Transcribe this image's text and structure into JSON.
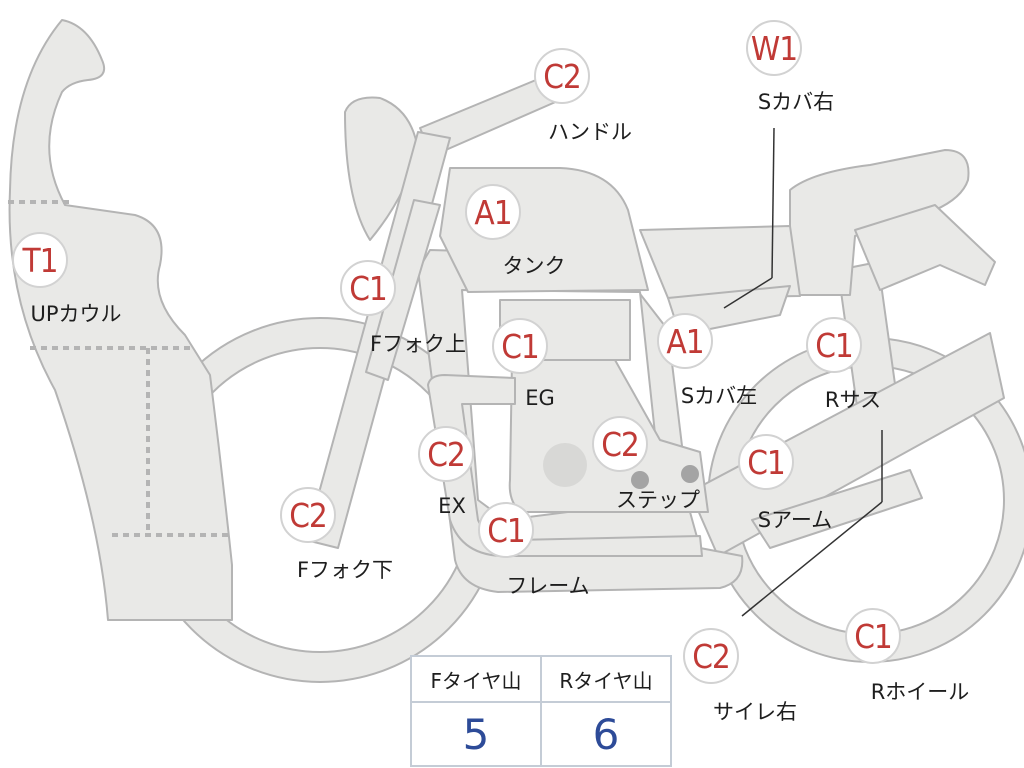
{
  "parts": [
    {
      "id": "t1",
      "grade": "T1",
      "label": "UPカウル"
    },
    {
      "id": "c2-handle",
      "grade": "C2",
      "label": "ハンドル"
    },
    {
      "id": "a1-tank",
      "grade": "A1",
      "label": "タンク"
    },
    {
      "id": "w1",
      "grade": "W1",
      "label": "Sカバ右"
    },
    {
      "id": "c1-ffork-upper",
      "grade": "C1",
      "label": "Fフォク上"
    },
    {
      "id": "c1-eg",
      "grade": "C1",
      "label": "EG"
    },
    {
      "id": "a1-scover-left",
      "grade": "A1",
      "label": "Sカバ左"
    },
    {
      "id": "c1-rsus",
      "grade": "C1",
      "label": "Rサス"
    },
    {
      "id": "c2-ex",
      "grade": "C2",
      "label": "EX"
    },
    {
      "id": "c2-step",
      "grade": "C2",
      "label": "ステップ"
    },
    {
      "id": "c1-sarm",
      "grade": "C1",
      "label": "Sアーム"
    },
    {
      "id": "c2-ffork-lower",
      "grade": "C2",
      "label": "Fフォク下"
    },
    {
      "id": "c1-frame",
      "grade": "C1",
      "label": "フレーム"
    },
    {
      "id": "c2-silencer",
      "grade": "C2",
      "label": "サイレ右"
    },
    {
      "id": "c1-rwheel",
      "grade": "C1",
      "label": "Rホイール"
    }
  ],
  "tire_table": {
    "headers": [
      "Fタイヤ山",
      "Rタイヤ山"
    ],
    "values": [
      "5",
      "6"
    ]
  },
  "colors": {
    "body_fill": "#e9e9e7",
    "body_stroke": "#b4b4b4",
    "grade_text": "#c03a36",
    "value_text": "#2d4b98"
  }
}
